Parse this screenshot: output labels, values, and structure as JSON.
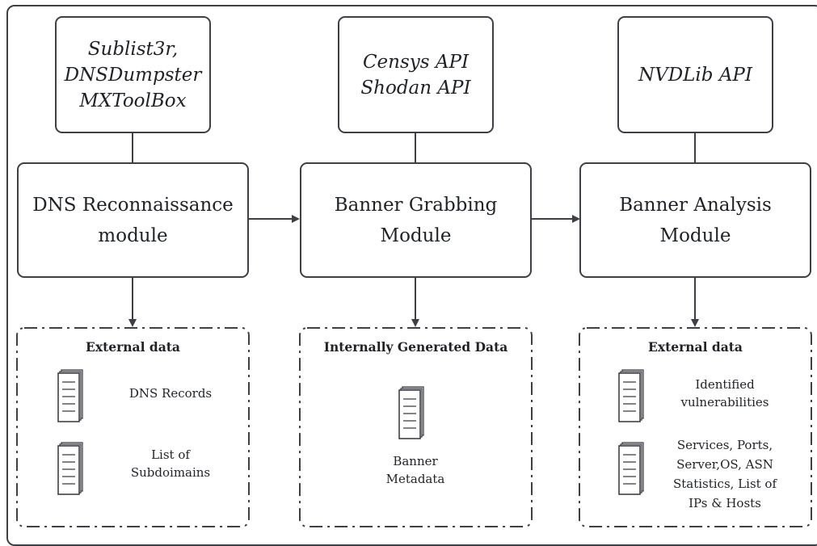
{
  "tools": [
    {
      "lines": [
        "Sublist3r,",
        "DNSDumpster",
        "MXToolBox"
      ]
    },
    {
      "lines": [
        "Censys API",
        "Shodan API"
      ]
    },
    {
      "lines": [
        "NVDLib API"
      ]
    }
  ],
  "modules": [
    {
      "lines": [
        "DNS Reconnaissance",
        "module"
      ]
    },
    {
      "lines": [
        "Banner Grabbing",
        "Module"
      ]
    },
    {
      "lines": [
        "Banner Analysis",
        "Module"
      ]
    }
  ],
  "panels": [
    {
      "title": "External data",
      "items": [
        {
          "lines": [
            "DNS Records"
          ]
        },
        {
          "lines": [
            "List of",
            "Subdoimains"
          ]
        }
      ]
    },
    {
      "title": "Internally Generated Data",
      "items": [
        {
          "lines": [
            "Banner",
            "Metadata"
          ]
        }
      ]
    },
    {
      "title": "External data",
      "items": [
        {
          "lines": [
            "Identified",
            "vulnerabilities"
          ]
        },
        {
          "lines": [
            "Services, Ports,",
            "Server,OS, ASN",
            "Statistics, List of",
            "IPs & Hosts"
          ]
        }
      ]
    }
  ],
  "icons": [
    "document-stack-icon"
  ],
  "colors": {
    "stroke": "#3d4047",
    "background": "#ffffff"
  }
}
